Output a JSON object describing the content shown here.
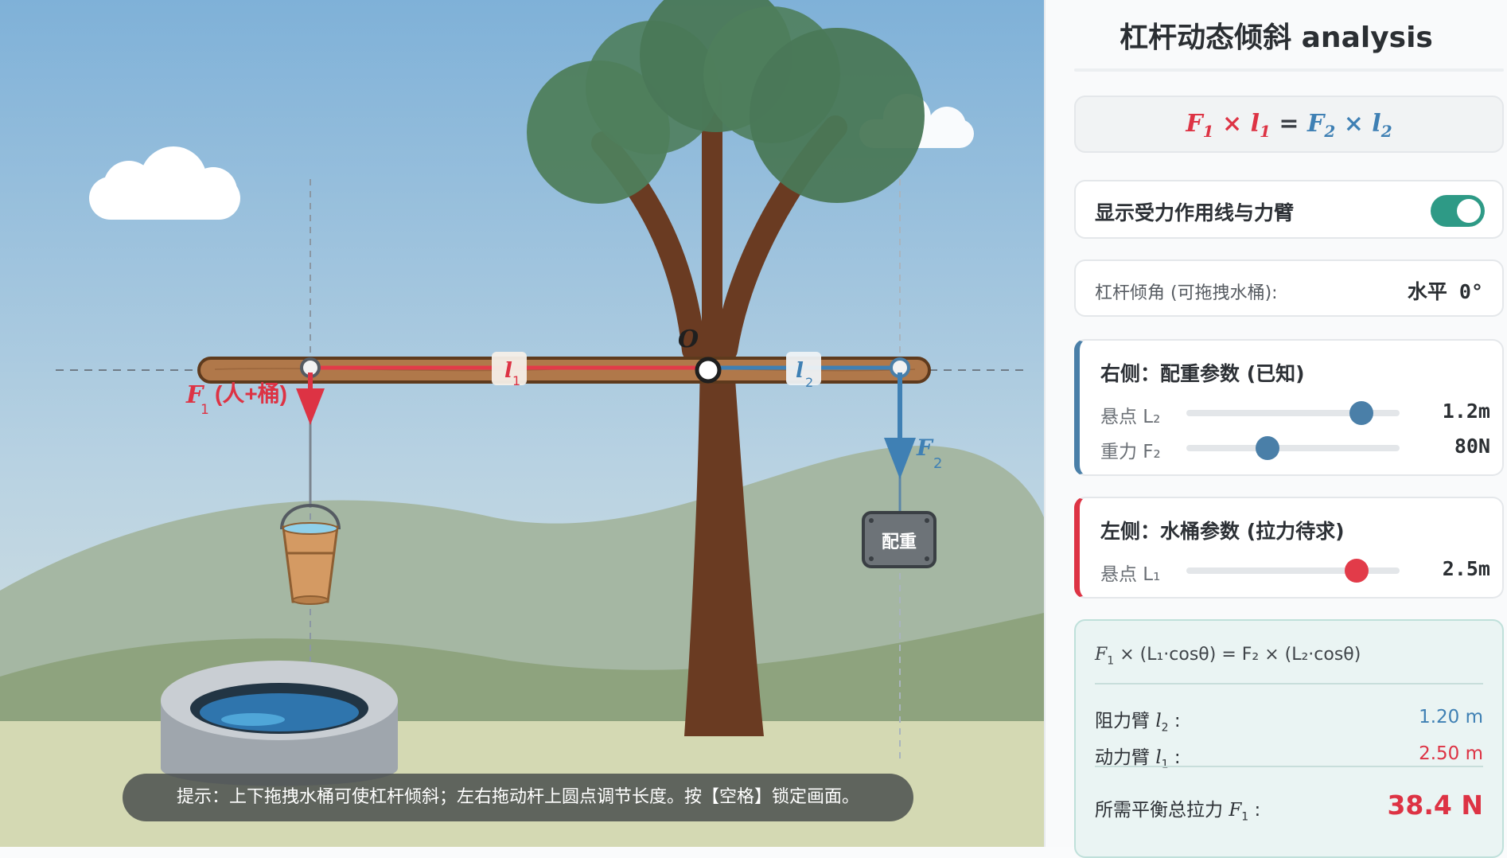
{
  "scene": {
    "pivot_label": "O",
    "f1_label": "F",
    "f1_sub": "1",
    "f1_note": "(人+桶)",
    "f2_label": "F",
    "f2_sub": "2",
    "l1_label": "l",
    "l1_sub": "1",
    "l2_label": "l",
    "l2_sub": "2",
    "weight_label": "配重",
    "hint": "提示：上下拖拽水桶可使杠杆倾斜；左右拖动杆上圆点调节长度。按【空格】锁定画面。"
  },
  "panel": {
    "title": "杠杆动态倾斜 analysis",
    "formula": {
      "f1": "F",
      "f1_sub": "1",
      "times1": "×",
      "l1": "l",
      "l1_sub": "1",
      "equals": "=",
      "f2": "F",
      "f2_sub": "2",
      "times2": "×",
      "l2": "l",
      "l2_sub": "2"
    },
    "toggle": {
      "label": "显示受力作用线与力臂",
      "on": true
    },
    "angle": {
      "label": "杠杆倾角 (可拖拽水桶):",
      "value": "水平 0°"
    },
    "right_params": {
      "title": "右侧：配重参数 (已知)",
      "sliders": [
        {
          "label": "悬点 L₂",
          "value": "1.2m",
          "fraction": 0.82
        },
        {
          "label": "重力 F₂",
          "value": "80N",
          "fraction": 0.38
        }
      ]
    },
    "left_params": {
      "title": "左侧：水桶参数 (拉力待求)",
      "sliders": [
        {
          "label": "悬点 L₁",
          "value": "2.5m",
          "fraction": 0.8
        }
      ]
    },
    "result": {
      "equation_f": "F",
      "equation_f_sub": "1",
      "equation_rest": "× (L₁·cosθ) = F₂ × (L₂·cosθ)",
      "resist_arm_label": "阻力臂",
      "resist_arm_sym": "l",
      "resist_arm_sub": "2",
      "resist_arm_value": "1.20 m",
      "power_arm_label": "动力臂",
      "power_arm_sym": "l",
      "power_arm_sub": "1",
      "power_arm_value": "2.50 m",
      "total_label": "所需平衡总拉力",
      "total_sym": "F",
      "total_sub": "1",
      "total_value": "38.4 N"
    }
  },
  "colors": {
    "accent_red": "#dd3344",
    "accent_blue": "#3f80b4",
    "toggle_on": "#2e9a86"
  }
}
